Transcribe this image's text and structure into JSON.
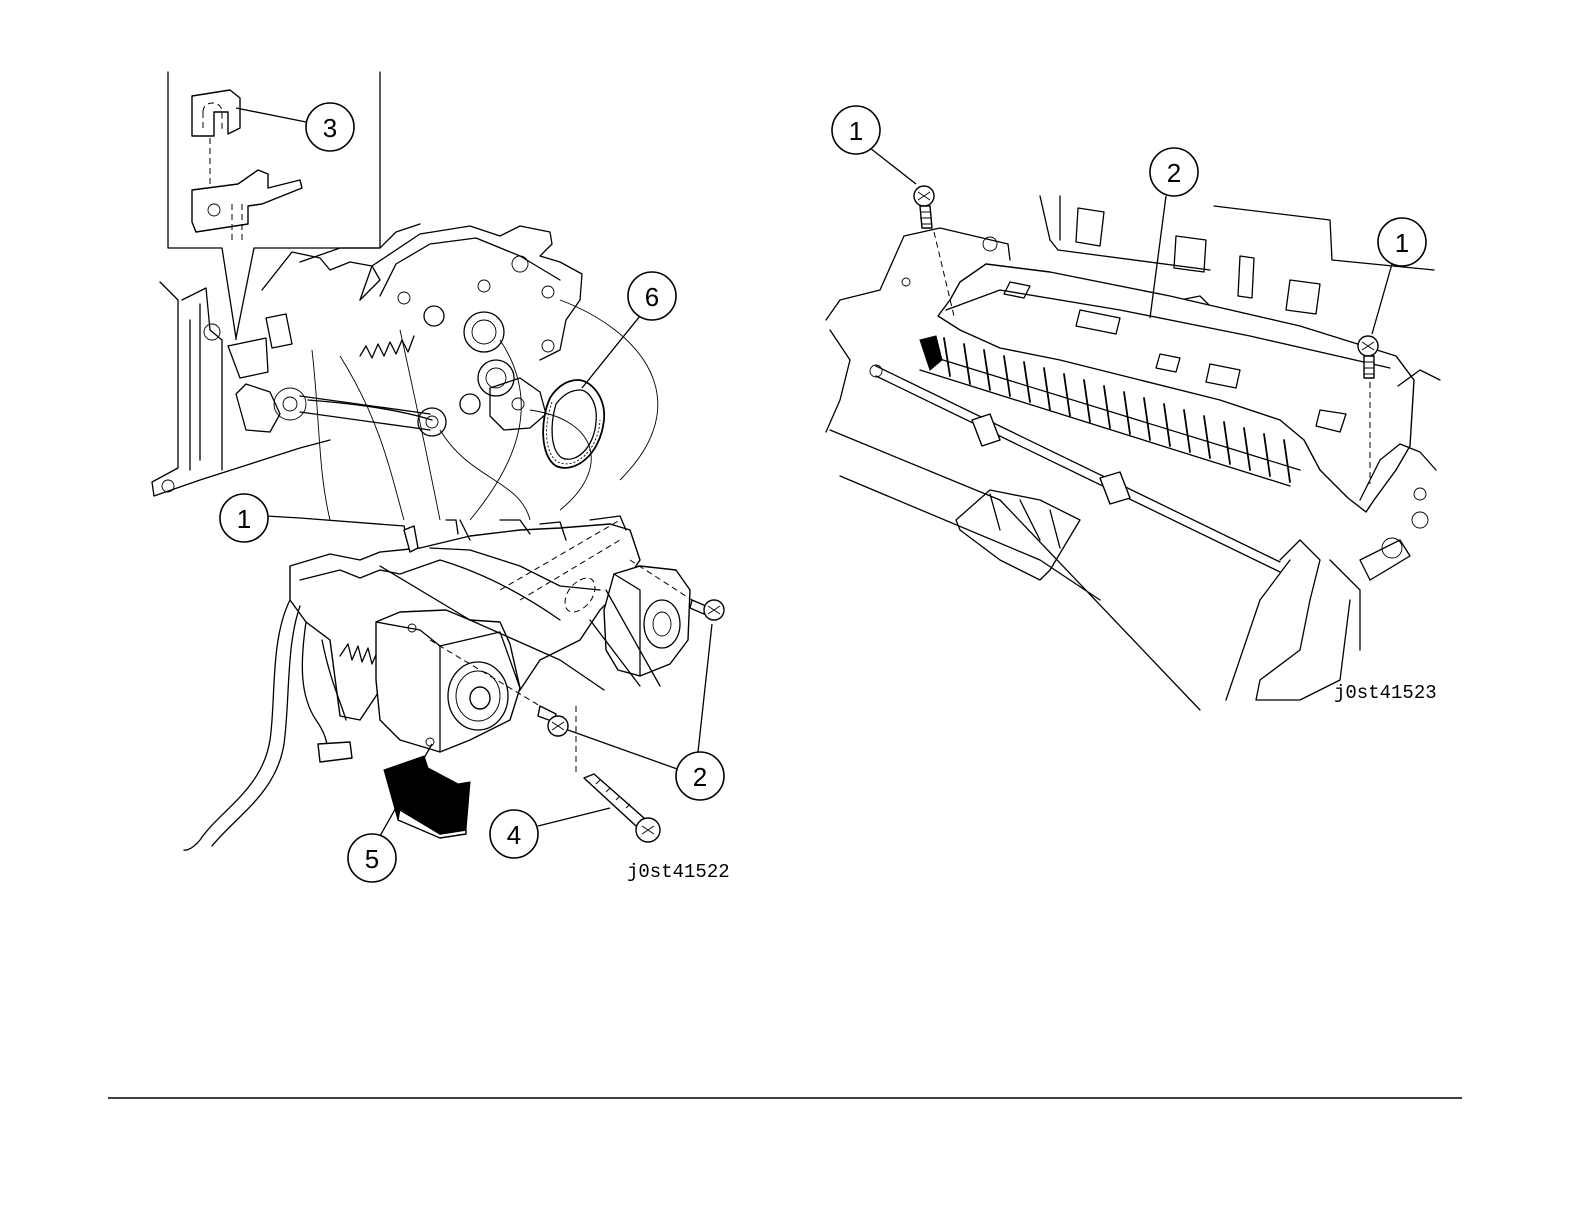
{
  "figures": [
    {
      "id_label": "j0st41522",
      "callouts": [
        "1",
        "2",
        "3",
        "4",
        "5",
        "6"
      ]
    },
    {
      "id_label": "j0st41523",
      "callouts": [
        "1",
        "1",
        "2"
      ]
    }
  ]
}
